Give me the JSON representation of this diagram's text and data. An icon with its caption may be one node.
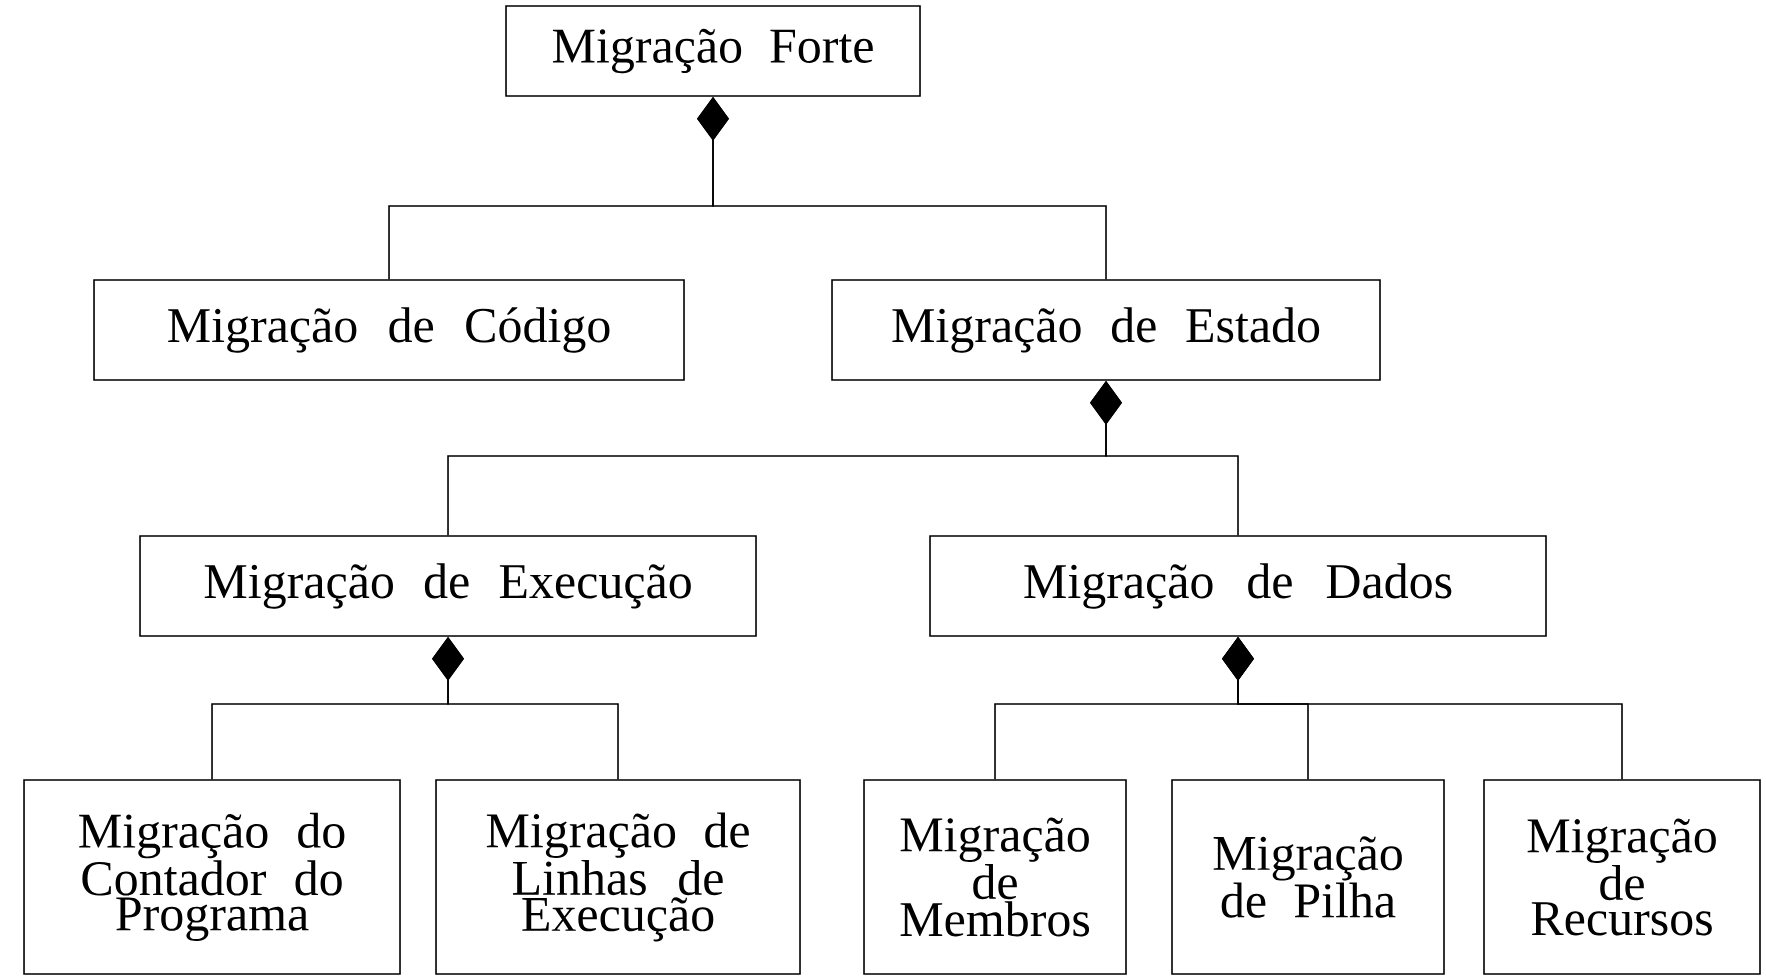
{
  "diagram": {
    "nodes": [
      {
        "text": [
          "Migração Forte"
        ]
      },
      {
        "text": [
          "Migração de Código"
        ]
      },
      {
        "text": [
          "Migração de Estado"
        ]
      },
      {
        "text": [
          "Migração de Execução"
        ]
      },
      {
        "text": [
          "Migração de Dados"
        ]
      },
      {
        "text": [
          "Migração do Contador do Programa"
        ]
      },
      {
        "text": [
          "Migração de Linhas de Execução"
        ]
      },
      {
        "text": [
          "Migração de Membros"
        ]
      },
      {
        "text": [
          "Migração de Pilha"
        ]
      },
      {
        "text": [
          "Migração de Recursos"
        ]
      }
    ],
    "edges": [
      {
        "from": 0,
        "to": 1,
        "arrow": "other"
      },
      {
        "from": 0,
        "to": 2,
        "arrow": "other"
      },
      {
        "from": 2,
        "to": 3,
        "arrow": "other"
      },
      {
        "from": 2,
        "to": 4,
        "arrow": "other"
      },
      {
        "from": 3,
        "to": 5,
        "arrow": "other"
      },
      {
        "from": 3,
        "to": 6,
        "arrow": "other"
      },
      {
        "from": 4,
        "to": 7,
        "arrow": "other"
      },
      {
        "from": 4,
        "to": 8,
        "arrow": "other"
      },
      {
        "from": 4,
        "to": 9,
        "arrow": "other"
      }
    ]
  }
}
